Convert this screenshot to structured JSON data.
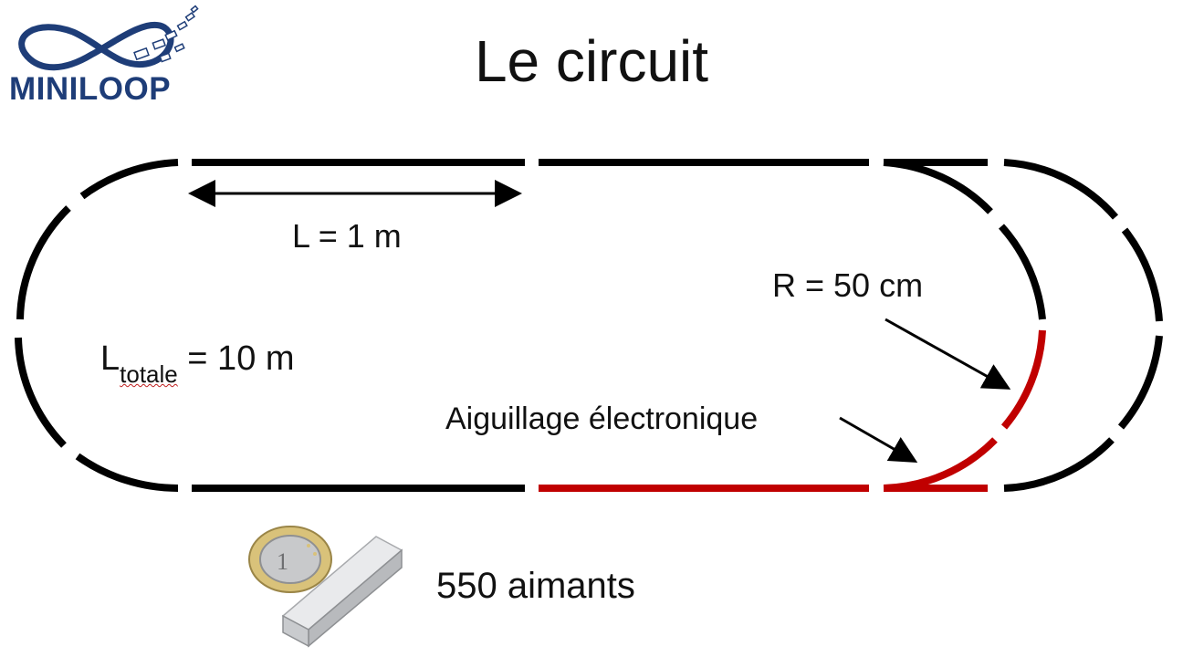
{
  "title": "Le circuit",
  "logo": {
    "text": "MINILOOP",
    "color": "#1e3d78"
  },
  "labels": {
    "segment_length": "L = 1 m",
    "radius": "R = 50 cm",
    "total_main": "L",
    "total_sub": "totale",
    "total_value": " = 10 m",
    "switch": "Aiguillage électronique",
    "magnets": "550 aimants"
  },
  "colors": {
    "track": "#000000",
    "switch_track": "#c00000",
    "logo": "#1e3d78"
  },
  "icons": [
    "euro-coin-icon",
    "magnet-bar-icon",
    "miniloop-logo-icon"
  ]
}
